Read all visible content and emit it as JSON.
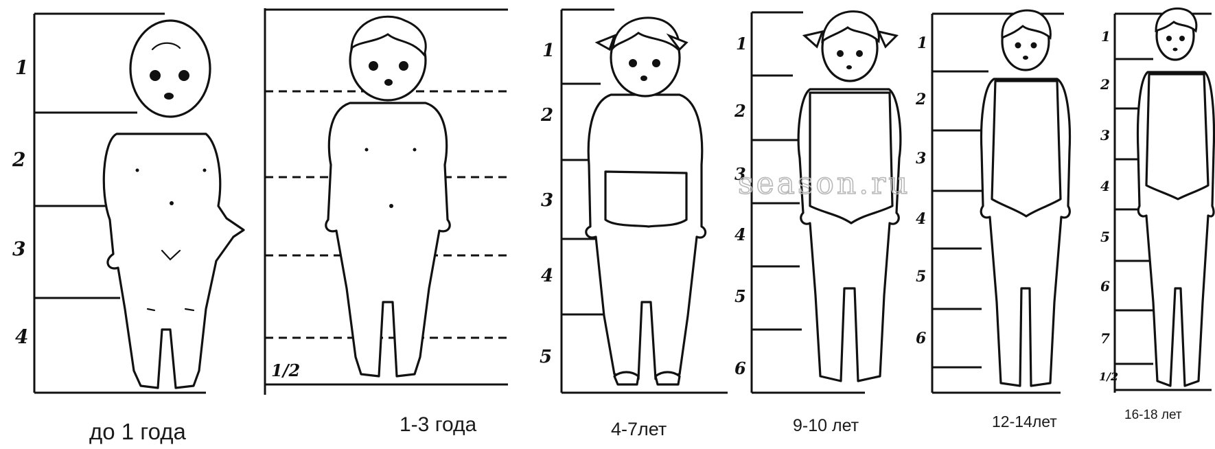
{
  "figures": [
    {
      "id": "infant",
      "caption": "до 1 года",
      "scale_numbers": [
        "1",
        "2",
        "3",
        "4"
      ],
      "divisions": 4,
      "style": "solid",
      "extra": ""
    },
    {
      "id": "toddler",
      "caption": "1-3 года",
      "scale_numbers": [],
      "divisions": 4.5,
      "style": "dashed",
      "extra": "1/2"
    },
    {
      "id": "child",
      "caption": "4-7лет",
      "scale_numbers": [
        "1",
        "2",
        "3",
        "4",
        "5"
      ],
      "divisions": 5,
      "style": "solid",
      "extra": ""
    },
    {
      "id": "girl",
      "caption": "9-10 лет",
      "scale_numbers": [
        "1",
        "2",
        "3",
        "4",
        "5",
        "6"
      ],
      "divisions": 6,
      "style": "solid",
      "extra": ""
    },
    {
      "id": "preteen",
      "caption": "12-14лет",
      "scale_numbers": [
        "1",
        "2",
        "3",
        "4",
        "5",
        "6"
      ],
      "divisions": 6,
      "style": "solid",
      "extra": ""
    },
    {
      "id": "teen",
      "caption": "16-18 лет",
      "scale_numbers": [
        "1",
        "2",
        "3",
        "4",
        "5",
        "6",
        "7",
        "1/2"
      ],
      "divisions": 7.5,
      "style": "solid",
      "extra": ""
    }
  ],
  "watermark": "season.ru",
  "colors": {
    "ink": "#111111",
    "paper": "#ffffff",
    "watermark": "#b8b8b8"
  }
}
